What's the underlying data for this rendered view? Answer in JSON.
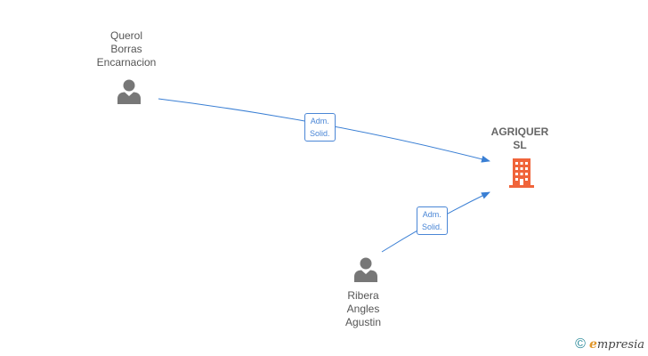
{
  "nodes": {
    "person1": {
      "name": "Querol\nBorras\nEncarnacion"
    },
    "person2": {
      "name": "Ribera\nAngles\nAgustin"
    },
    "company": {
      "name": "AGRIQUER\nSL"
    }
  },
  "edges": [
    {
      "label": "Adm.\nSolid."
    },
    {
      "label": "Adm.\nSolid."
    }
  ],
  "colors": {
    "edge": "#3a7fd4",
    "person_icon": "#777777",
    "company_icon": "#f0643a"
  },
  "brand": {
    "copyright": "©",
    "e": "e",
    "rest": "mpresia"
  }
}
